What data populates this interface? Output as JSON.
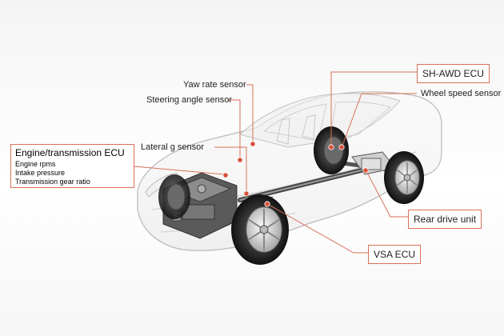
{
  "labels": {
    "yaw_rate_sensor": "Yaw rate sensor",
    "steering_angle_sensor": "Steering angle sensor",
    "lateral_g_sensor": "Lateral g sensor",
    "sh_awd_ecu": "SH-AWD ECU",
    "wheel_speed_sensor": "Wheel speed sensor",
    "rear_drive_unit": "Rear drive unit",
    "vsa_ecu": "VSA ECU"
  },
  "engine_ecu": {
    "title": "Engine/transmission ECU",
    "items": [
      "Engine rpms",
      "Intake pressure",
      "Transmission gear ratio"
    ]
  },
  "colors": {
    "leader_line": "#d9705a",
    "sensor_dot": "#d8503a",
    "box_border": "#d9705a"
  }
}
